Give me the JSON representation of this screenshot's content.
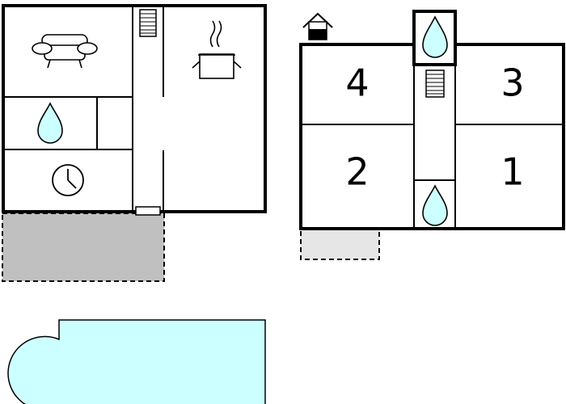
{
  "floorplan": {
    "ground_floor": {
      "rooms": [
        {
          "id": "living",
          "icon": "sofa-icon"
        },
        {
          "id": "kitchen",
          "icon": "cooking-pot-icon"
        },
        {
          "id": "bathroom",
          "icon": "water-drop-icon"
        },
        {
          "id": "utility",
          "icon": "clock-icon"
        },
        {
          "id": "hallway",
          "icon": "stairs-icon"
        }
      ],
      "terrace": {
        "style": "dashed",
        "fill": "#c0c0c0"
      }
    },
    "upper_floor": {
      "indicator_icon": "upper-floor-house-icon",
      "rooms": [
        {
          "id": "bedroom-4",
          "label": "4"
        },
        {
          "id": "bedroom-3",
          "label": "3"
        },
        {
          "id": "bedroom-2",
          "label": "2"
        },
        {
          "id": "bedroom-1",
          "label": "1"
        }
      ],
      "bathrooms": 2,
      "balcony": {
        "style": "dashed",
        "fill": "#e6e6e6"
      }
    },
    "pool": {
      "fill": "#ccffff"
    }
  },
  "colors": {
    "wall": "#000000",
    "water": "#ccffff",
    "terrace": "#c0c0c0",
    "balcony": "#e6e6e6"
  }
}
